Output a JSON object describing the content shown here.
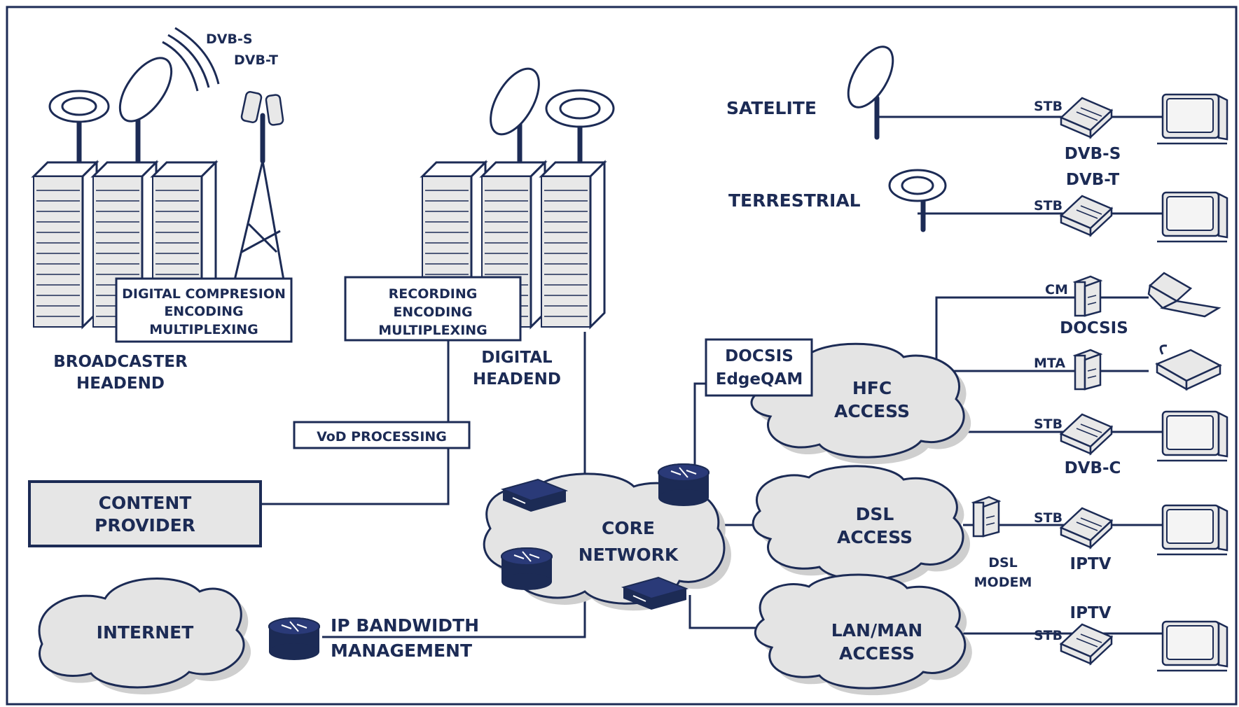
{
  "broadcaster": {
    "signals": [
      "DVB-S",
      "DVB-T"
    ],
    "process": [
      "DIGITAL COMPRESION",
      "ENCODING",
      "MULTIPLEXING"
    ],
    "name": [
      "BROADCASTER",
      "HEADEND"
    ]
  },
  "headend": {
    "process": [
      "RECORDING",
      "ENCODING",
      "MULTIPLEXING"
    ],
    "name": [
      "DIGITAL",
      "HEADEND"
    ]
  },
  "vod": "VoD PROCESSING",
  "content_provider": [
    "CONTENT",
    "PROVIDER"
  ],
  "internet": "INTERNET",
  "ip_bandwidth": [
    "IP BANDWIDTH",
    "MANAGEMENT"
  ],
  "core_network": [
    "CORE",
    "NETWORK"
  ],
  "edgeqam": [
    "DOCSIS",
    "EdgeQAM"
  ],
  "hfc": [
    "HFC",
    "ACCESS"
  ],
  "dsl": [
    "DSL",
    "ACCESS"
  ],
  "lanman": [
    "LAN/MAN",
    "ACCESS"
  ],
  "satelite": "SATELITE",
  "terrestrial": "TERRESTRIAL",
  "devices": {
    "stb": "STB",
    "cm": "CM",
    "mta": "MTA",
    "dvb_s": "DVB-S",
    "dvb_t": "DVB-T",
    "docsis": "DOCSIS",
    "dvb_c": "DVB-C",
    "iptv_dsl": "IPTV",
    "iptv_lan": "IPTV",
    "dsl_modem": [
      "DSL",
      "MODEM"
    ]
  },
  "colors": {
    "ink": "#1c2b55",
    "cloud": "#e4e4e4",
    "box_fill": "#e6e6e6"
  }
}
